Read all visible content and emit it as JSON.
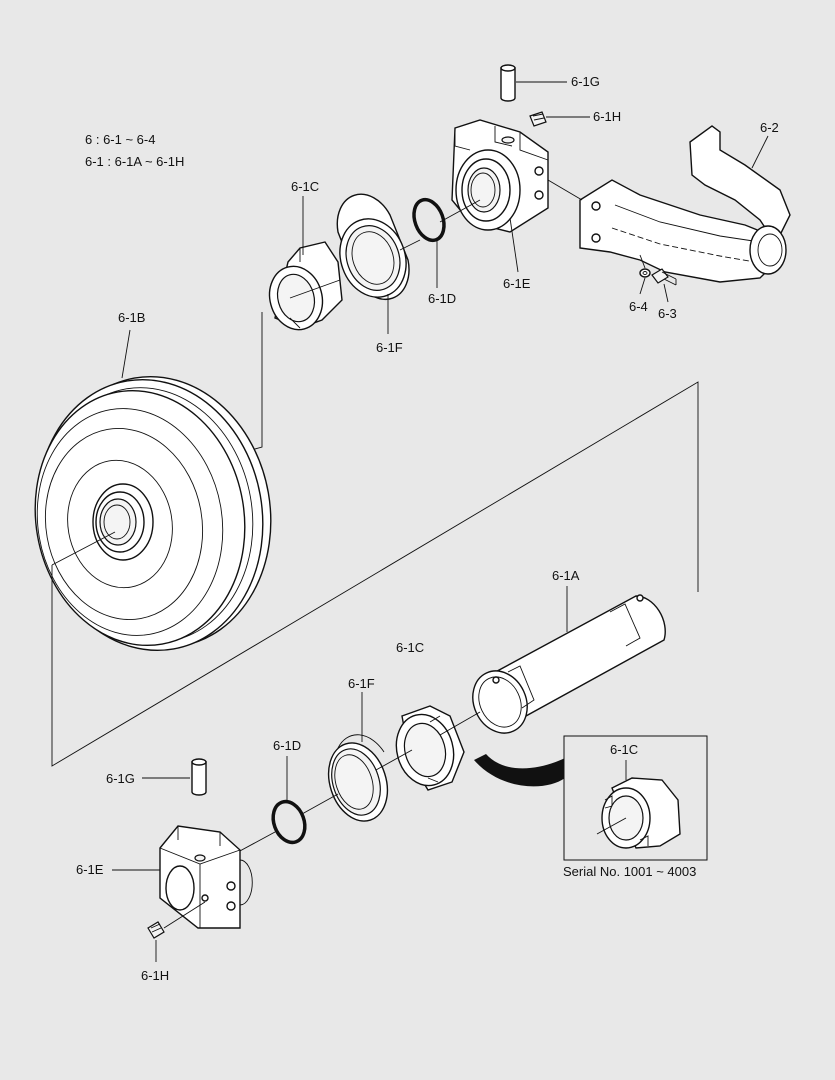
{
  "legend": {
    "line1": "6 : 6-1 ~ 6-4",
    "line2": "6-1 : 6-1A ~ 6-1H"
  },
  "labels": {
    "p_6_1G_top": "6-1G",
    "p_6_1H_top": "6-1H",
    "p_6_2": "6-2",
    "p_6_1C_top": "6-1C",
    "p_6_1E_top": "6-1E",
    "p_6_1D_top": "6-1D",
    "p_6_1F_top": "6-1F",
    "p_6_4": "6-4",
    "p_6_3": "6-3",
    "p_6_1B": "6-1B",
    "p_6_1A": "6-1A",
    "p_6_1C_mid": "6-1C",
    "p_6_1F_bot": "6-1F",
    "p_6_1D_bot": "6-1D",
    "p_6_1G_bot": "6-1G",
    "p_6_1E_bot": "6-1E",
    "p_6_1H_bot": "6-1H",
    "p_6_1C_inset": "6-1C"
  },
  "inset": {
    "caption": "Serial No. 1001 ~ 4003"
  }
}
